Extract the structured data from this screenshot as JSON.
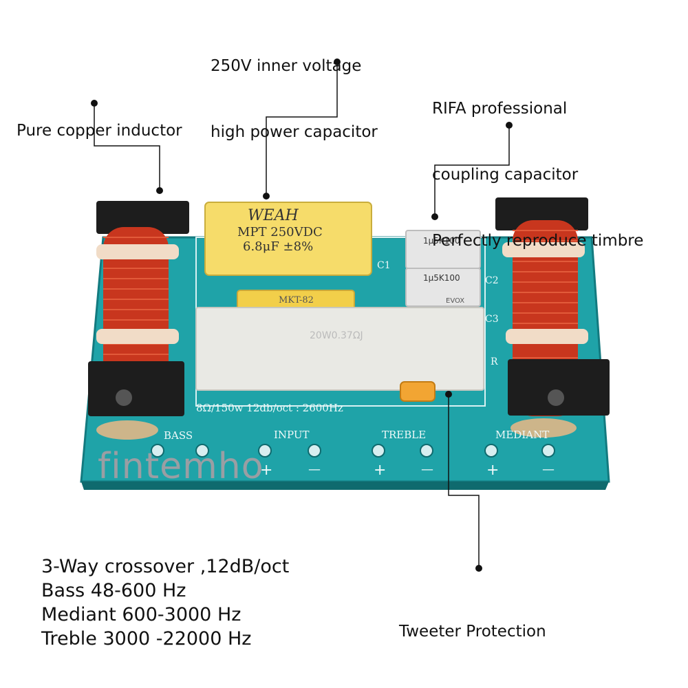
{
  "callouts": {
    "capacitor_line1": "250V inner voltage",
    "capacitor_line2": "high power capacitor",
    "inductor": "Pure copper inductor",
    "rifa_line1": "RIFA professional",
    "rifa_line2": "coupling capacitor",
    "rifa_line3": "Perfectly reproduce timbre",
    "tweeter": "Tweeter Protection"
  },
  "specs": [
    "3-Way crossover ,12dB/oct",
    "Bass 48-600 Hz",
    "Mediant 600-3000 Hz",
    "Treble 3000 -22000 Hz"
  ],
  "board": {
    "cap_brand": "WEAH",
    "cap_rating": "MPT 250VDC",
    "cap_value": "6.8μF ±8%",
    "small_cap": "MKT-82",
    "rifa_cap_1": "1μ5K100",
    "rifa_cap_2": "1μ5K100",
    "evox": "EVOX",
    "resistor": "20W0.37ΩJ",
    "spec_print": "8Ω/150w 12db/oct : 2600Hz",
    "label_bass": "BASS",
    "label_input": "INPUT",
    "label_treble": "TREBLE",
    "label_mediant": "MEDIANT",
    "plus": "+",
    "minus": "—",
    "c1": "C1",
    "c2": "C2",
    "c3": "C3",
    "r": "R"
  },
  "watermark": "fintemho",
  "colors": {
    "pcb": "#1fa3a8",
    "copper": "#c8361e",
    "yellow_cap": "#f6dc6a",
    "white_part": "#e9e9e4"
  }
}
